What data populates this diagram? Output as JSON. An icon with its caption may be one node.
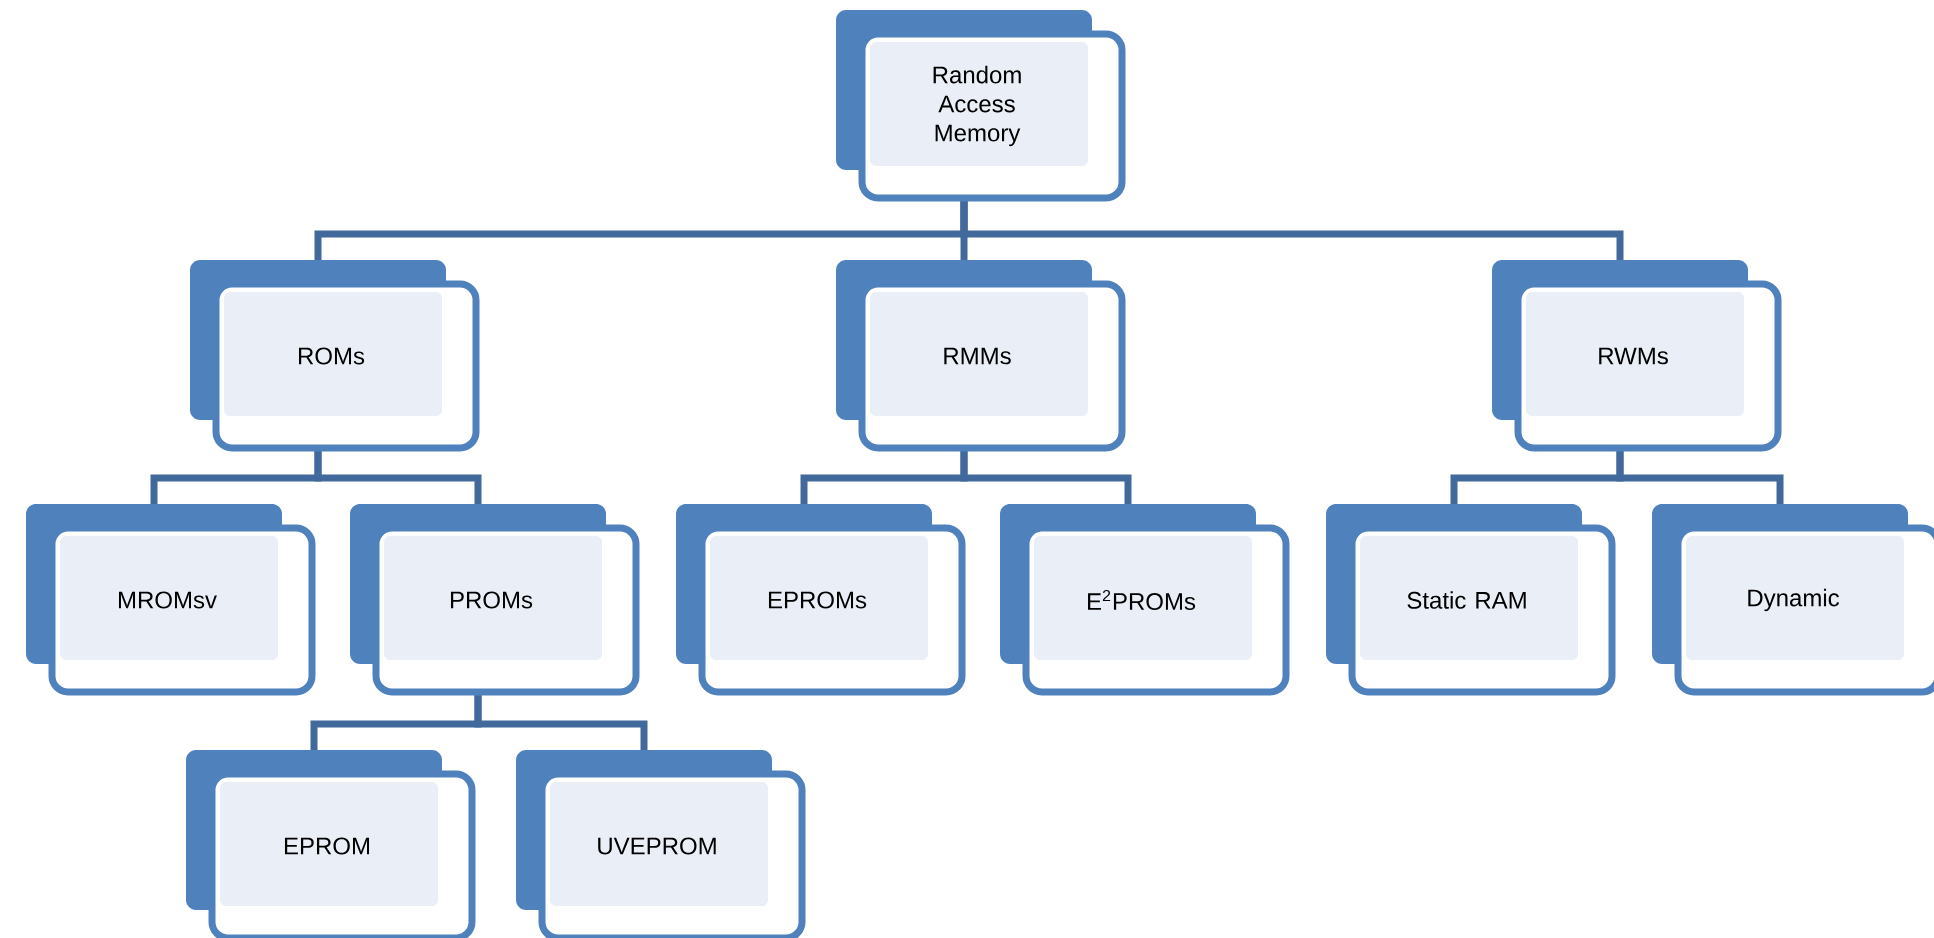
{
  "diagram": {
    "nodes": [
      {
        "text": [
          "Random Access Memory"
        ]
      },
      {
        "text": [
          "ROMs"
        ]
      },
      {
        "text": [
          "RMMs"
        ]
      },
      {
        "text": [
          "RWMs"
        ]
      },
      {
        "text": [
          "MROMsv"
        ]
      },
      {
        "text": [
          "PROMs"
        ]
      },
      {
        "text": [
          "EPROMs"
        ]
      },
      {
        "text": [
          "E$^{2}$PROMs"
        ]
      },
      {
        "text": [
          "Static RAM"
        ]
      },
      {
        "text": [
          "Dynamic"
        ]
      },
      {
        "text": [
          "EPROM"
        ]
      },
      {
        "text": [
          "UVEPROM"
        ]
      }
    ],
    "edges": [
      {
        "from": 0,
        "to": 1,
        "arrow": "none"
      },
      {
        "from": 0,
        "to": 2,
        "arrow": "none"
      },
      {
        "from": 0,
        "to": 3,
        "arrow": "none"
      },
      {
        "from": 1,
        "to": 4,
        "arrow": "none"
      },
      {
        "from": 1,
        "to": 5,
        "arrow": "none"
      },
      {
        "from": 2,
        "to": 6,
        "arrow": "none"
      },
      {
        "from": 2,
        "to": 7,
        "arrow": "none"
      },
      {
        "from": 3,
        "to": 8,
        "arrow": "none"
      },
      {
        "from": 3,
        "to": 9,
        "arrow": "none"
      },
      {
        "from": 5,
        "to": 10,
        "arrow": "none"
      },
      {
        "from": 5,
        "to": 11,
        "arrow": "none"
      }
    ]
  }
}
